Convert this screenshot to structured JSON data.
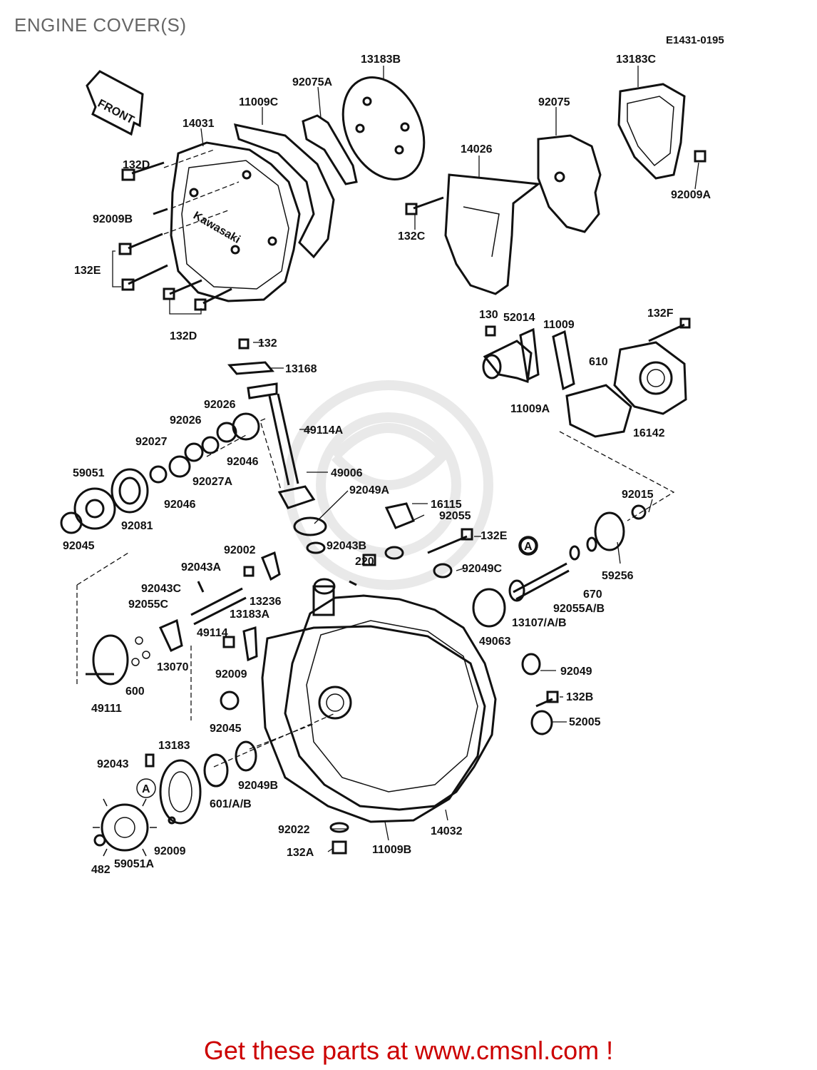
{
  "header": {
    "title": "ENGINE COVER(S)",
    "diagram_id": "E1431-0195"
  },
  "front_arrow": {
    "label": "FRONT"
  },
  "brand_mark": {
    "text": "Kawasaki"
  },
  "callout_marker": {
    "letter": "A"
  },
  "labels": {
    "p13183B": "13183B",
    "p92075A": "92075A",
    "p11009C": "11009C",
    "p14031": "14031",
    "p92075": "92075",
    "p13183C": "13183C",
    "p14026": "14026",
    "p132D_top": "132D",
    "p92009B": "92009B",
    "p132E_left": "132E",
    "p132D_bottom": "132D",
    "p132C": "132C",
    "p92009A": "92009A",
    "p130": "130",
    "p52014": "52014",
    "p11009": "11009",
    "p132F": "132F",
    "p610": "610",
    "p11009A": "11009A",
    "p16142": "16142",
    "p132": "132",
    "p13168": "13168",
    "p92026_a": "92026",
    "p92026_b": "92026",
    "p49114A": "49114A",
    "p92027": "92027",
    "p92046_a": "92046",
    "p92027A": "92027A",
    "p59051": "59051",
    "p92046_b": "92046",
    "p49006": "49006",
    "p92049A": "92049A",
    "p92081": "92081",
    "p16115": "16115",
    "p92055": "92055",
    "p92015": "92015",
    "p92045_a": "92045",
    "p132E_right": "132E",
    "p92002": "92002",
    "p92043B": "92043B",
    "p92043A": "92043A",
    "p220": "220",
    "p92049C": "92049C",
    "p59256": "59256",
    "p92043C": "92043C",
    "p670": "670",
    "p92055C": "92055C",
    "p13236": "13236",
    "p92055AB": "92055A/B",
    "p49114": "49114",
    "p13183A": "13183A",
    "p13107AB": "13107/A/B",
    "p49063": "49063",
    "p13070": "13070",
    "p92009_a": "92009",
    "p92049": "92049",
    "p600": "600",
    "p49111": "49111",
    "p132B": "132B",
    "p92045_b": "92045",
    "p52005": "52005",
    "p13183": "13183",
    "p92043": "92043",
    "p92049B": "92049B",
    "p601AB": "601/A/B",
    "p92009_b": "92009",
    "p14032": "14032",
    "p92022": "92022",
    "p482": "482",
    "p59051A": "59051A",
    "p132A": "132A",
    "p11009B": "11009B"
  },
  "footer": {
    "link_text": "Get these parts at www.cmsnl.com !",
    "link_color": "#cc0000"
  }
}
